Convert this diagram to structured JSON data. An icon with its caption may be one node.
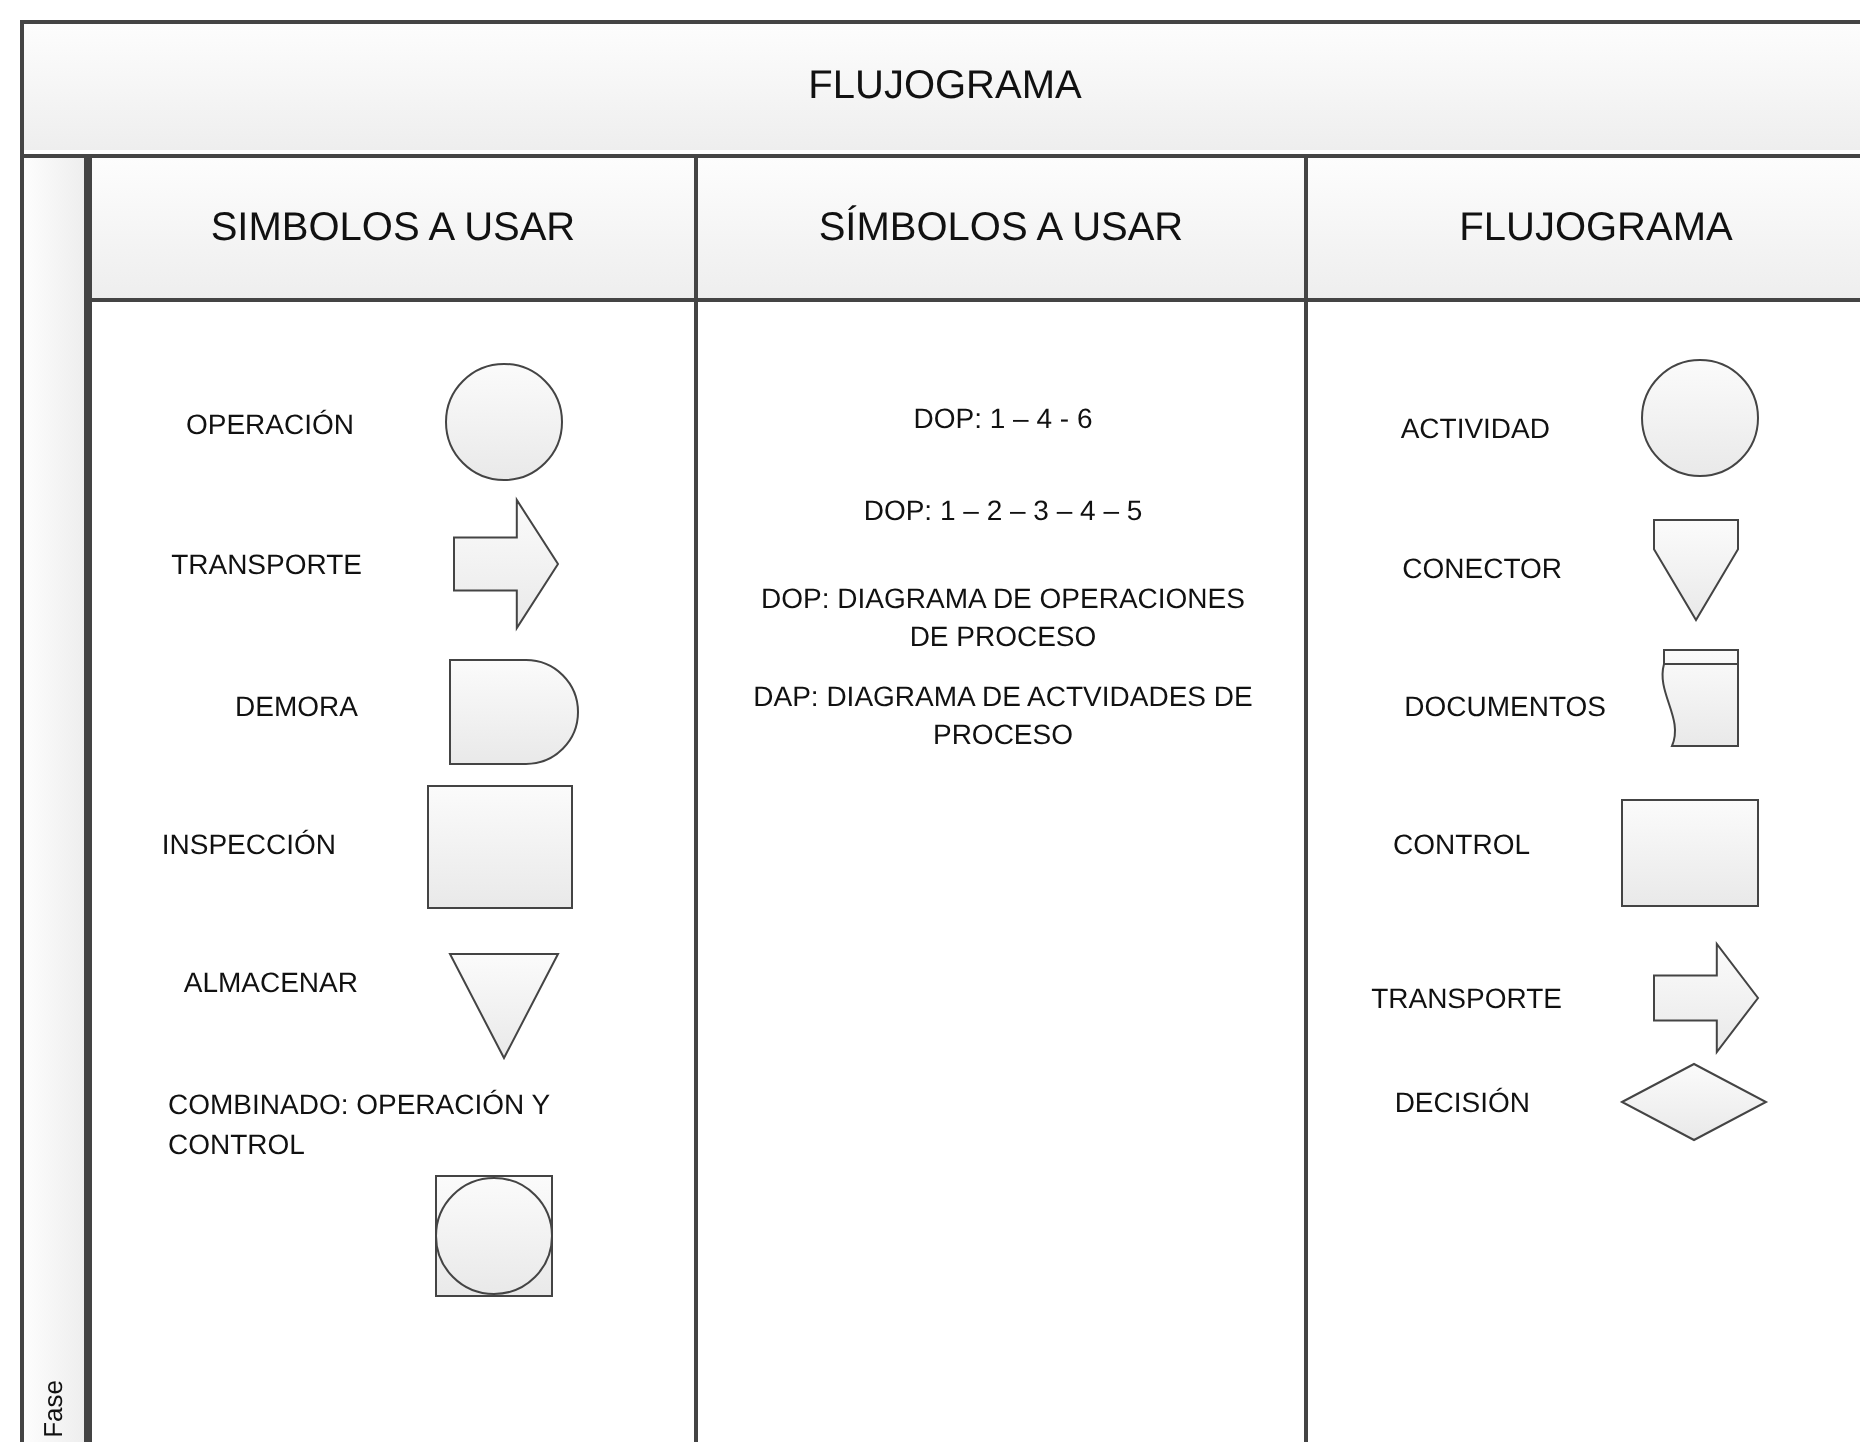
{
  "diagram": {
    "nodes": [
      {
        "text": [
          "FLUJOGRAMA"
        ]
      },
      {
        "text": [
          "Fase"
        ],
        "in": 0
      },
      {
        "text": [
          "SIMBOLOS A USAR"
        ],
        "in": 0
      },
      {
        "text": [
          "SÍMBOLOS A USAR"
        ],
        "in": 0
      },
      {
        "text": [
          "FLUJOGRAMA"
        ],
        "in": 0
      },
      {
        "text": [],
        "shape": "circle",
        "beside": [
          "OPERACIÓN"
        ],
        "in": 2
      },
      {
        "text": [],
        "shape": "arrow",
        "beside": [
          "TRANSPORTE"
        ],
        "in": 2
      },
      {
        "text": [],
        "shape": "delay",
        "beside": [
          "DEMORA"
        ],
        "in": 2
      },
      {
        "text": [],
        "shape": "box",
        "beside": [
          "INSPECCIÓN"
        ],
        "in": 2
      },
      {
        "text": [],
        "shape": "triangle",
        "beside": [
          "ALMACENAR"
        ],
        "in": 2
      },
      {
        "text": [],
        "shape": "combined",
        "beside": [
          "COMBINADO: OPERACIÓN Y CONTROL"
        ],
        "in": 2
      },
      {
        "text": [],
        "shape": "circle",
        "beside": [
          "ACTIVIDAD"
        ],
        "in": 4
      },
      {
        "text": [],
        "shape": "connector",
        "beside": [
          "CONECTOR"
        ],
        "in": 4
      },
      {
        "text": [],
        "shape": "document",
        "beside": [
          "DOCUMENTOS"
        ],
        "in": 4
      },
      {
        "text": [],
        "shape": "box",
        "beside": [
          "CONTROL"
        ],
        "in": 4
      },
      {
        "text": [],
        "shape": "arrow",
        "beside": [
          "TRANSPORTE"
        ],
        "in": 4
      },
      {
        "text": [],
        "shape": "diamond",
        "beside": [
          "DECISIÓN"
        ],
        "in": 4
      }
    ],
    "edges": [],
    "labels": [
      "DOP: 1 – 4 - 6",
      "DOP: 1 – 2 – 3 – 4 – 5",
      "DOP: DIAGRAMA DE OPERACIONES DE PROCESO",
      "DAP: DIAGRAMA DE ACTVIDADES DE PROCESO"
    ]
  }
}
